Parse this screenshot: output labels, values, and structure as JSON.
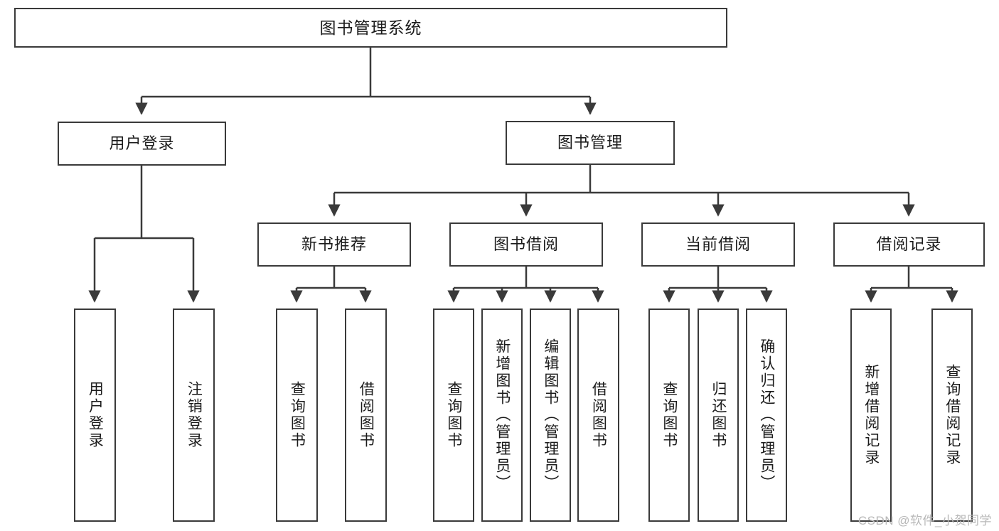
{
  "diagram": {
    "type": "tree-hierarchy-chart",
    "title": "图书管理系统",
    "watermark": "CSDN @软件_小贺同学",
    "colors": {
      "stroke": "#3a3a3a",
      "fill": "#ffffff",
      "text": "#1b1b1b",
      "watermark": "#b8b8b8"
    },
    "nodes": {
      "root": {
        "label": "图书管理系统"
      },
      "level2": [
        {
          "label": "用户登录"
        },
        {
          "label": "图书管理"
        }
      ],
      "level3": [
        {
          "label": "新书推荐"
        },
        {
          "label": "图书借阅"
        },
        {
          "label": "当前借阅"
        },
        {
          "label": "借阅记录"
        }
      ],
      "leaves": {
        "user_login": [
          {
            "label": "用户登录"
          },
          {
            "label": "注销登录"
          }
        ],
        "new_book_recommend": [
          {
            "label": "查询图书"
          },
          {
            "label": "借阅图书"
          }
        ],
        "book_borrow": [
          {
            "label": "查询图书"
          },
          {
            "label": "新增图书（管理员）"
          },
          {
            "label": "编辑图书（管理员）"
          },
          {
            "label": "借阅图书"
          }
        ],
        "current_borrow": [
          {
            "label": "查询图书"
          },
          {
            "label": "归还图书"
          },
          {
            "label": "确认归还（管理员）"
          }
        ],
        "borrow_record": [
          {
            "label": "新增借阅记录"
          },
          {
            "label": "查询借阅记录"
          }
        ]
      }
    }
  }
}
